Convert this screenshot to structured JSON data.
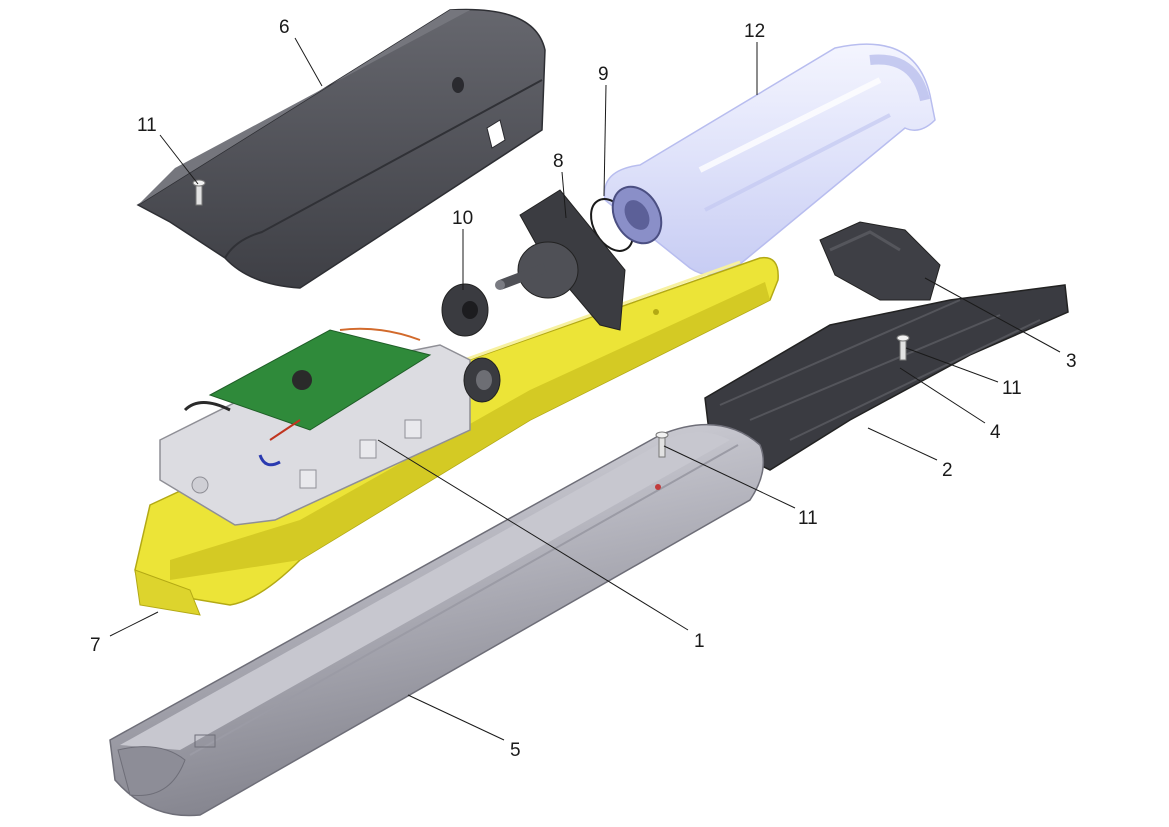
{
  "colors": {
    "cover_dark": "#4a4b52",
    "cover_top": "#5c5d64",
    "chassis_yellow": "#ece437",
    "chassis_shadow": "#c9bf1c",
    "tube_gray": "#a9a9b3",
    "tube_light": "#d6d6dd",
    "tube_dark": "#7c7c86",
    "pcb_green": "#2f8a3a",
    "housing_white": "#dadade",
    "tank_clear": "#e3e6fb",
    "tank_edge": "#b3b9ef",
    "base_dark": "#35363c"
  },
  "parts": [
    {
      "id": "part-6",
      "label": "6",
      "icon": "top-cover"
    },
    {
      "id": "part-12",
      "label": "12",
      "icon": "clear-tank"
    },
    {
      "id": "part-9",
      "label": "9",
      "icon": "o-ring"
    },
    {
      "id": "part-11a",
      "label": "11",
      "icon": "screw"
    },
    {
      "id": "part-8",
      "label": "8",
      "icon": "pump-flange"
    },
    {
      "id": "part-10",
      "label": "10",
      "icon": "round-seal"
    },
    {
      "id": "part-3",
      "label": "3",
      "icon": "end-cap"
    },
    {
      "id": "part-11b",
      "label": "11",
      "icon": "screw"
    },
    {
      "id": "part-4",
      "label": "4",
      "icon": "clip"
    },
    {
      "id": "part-2",
      "label": "2",
      "icon": "base-frame"
    },
    {
      "id": "part-11c",
      "label": "11",
      "icon": "screw"
    },
    {
      "id": "part-1",
      "label": "1",
      "icon": "electronics-module"
    },
    {
      "id": "part-7",
      "label": "7",
      "icon": "yellow-chassis"
    },
    {
      "id": "part-5",
      "label": "5",
      "icon": "bottom-tube"
    }
  ]
}
